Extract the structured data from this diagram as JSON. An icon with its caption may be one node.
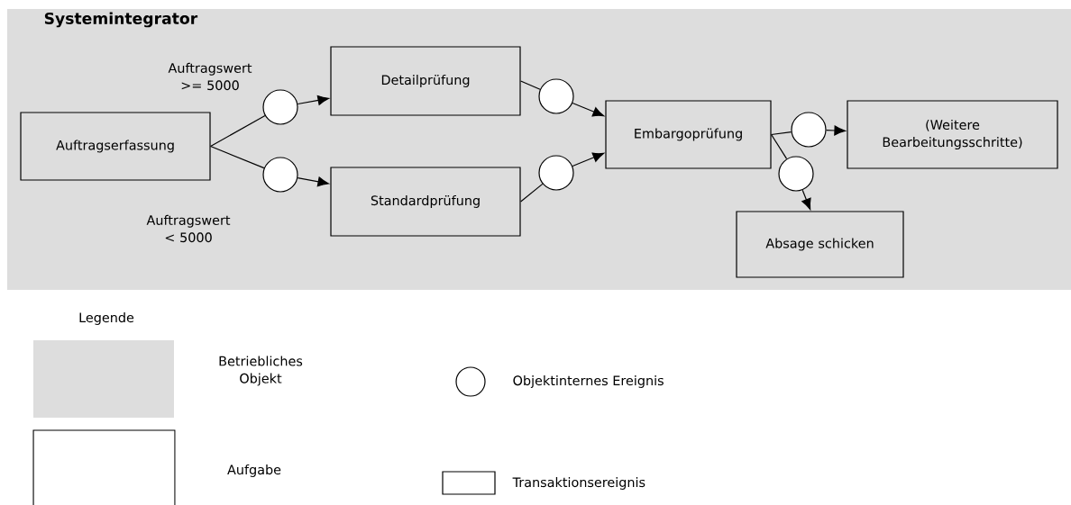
{
  "diagram": {
    "nodes": [
      {
        "text": [
          "Systemintegrator"
        ]
      },
      {
        "text": [
          "Auftragserfassung"
        ],
        "in": 0
      },
      {
        "text": [],
        "shape": "circle",
        "in": 0
      },
      {
        "text": [],
        "shape": "circle",
        "in": 0
      },
      {
        "text": [
          "Detailprüfung"
        ],
        "in": 0
      },
      {
        "text": [
          "Standardprüfung"
        ],
        "in": 0
      },
      {
        "text": [],
        "shape": "circle",
        "in": 0
      },
      {
        "text": [],
        "shape": "circle",
        "in": 0
      },
      {
        "text": [
          "Embargoprüfung"
        ],
        "in": 0
      },
      {
        "text": [],
        "shape": "circle",
        "in": 0
      },
      {
        "text": [],
        "shape": "circle",
        "in": 0
      },
      {
        "text": [
          "(Weitere Bearbeitungsschritte)"
        ],
        "in": 0
      },
      {
        "text": [
          "Absage schicken"
        ],
        "in": 0
      }
    ],
    "edges": [
      {
        "from": 1,
        "to": 2,
        "arrow": "none"
      },
      {
        "from": 2,
        "to": 4,
        "arrow": "to"
      },
      {
        "from": 1,
        "to": 3,
        "arrow": "none"
      },
      {
        "from": 3,
        "to": 5,
        "arrow": "to"
      },
      {
        "from": 4,
        "to": 6,
        "arrow": "none"
      },
      {
        "from": 6,
        "to": 8,
        "arrow": "to"
      },
      {
        "from": 5,
        "to": 7,
        "arrow": "none"
      },
      {
        "from": 7,
        "to": 8,
        "arrow": "to"
      },
      {
        "from": 8,
        "to": 9,
        "arrow": "none"
      },
      {
        "from": 9,
        "to": 11,
        "arrow": "to"
      },
      {
        "from": 8,
        "to": 10,
        "arrow": "none"
      },
      {
        "from": 10,
        "to": 12,
        "arrow": "to"
      }
    ],
    "labels": [
      "Auftragswert >= 5000",
      "Auftragswert < 5000",
      "Legende"
    ],
    "legend": [
      {
        "text": "Betriebliches Objekt",
        "color": "#dddddd"
      },
      {
        "text": "Aufgabe"
      },
      {
        "text": "Objektinternes Ereignis"
      },
      {
        "text": "Transaktionsereignis"
      }
    ]
  }
}
